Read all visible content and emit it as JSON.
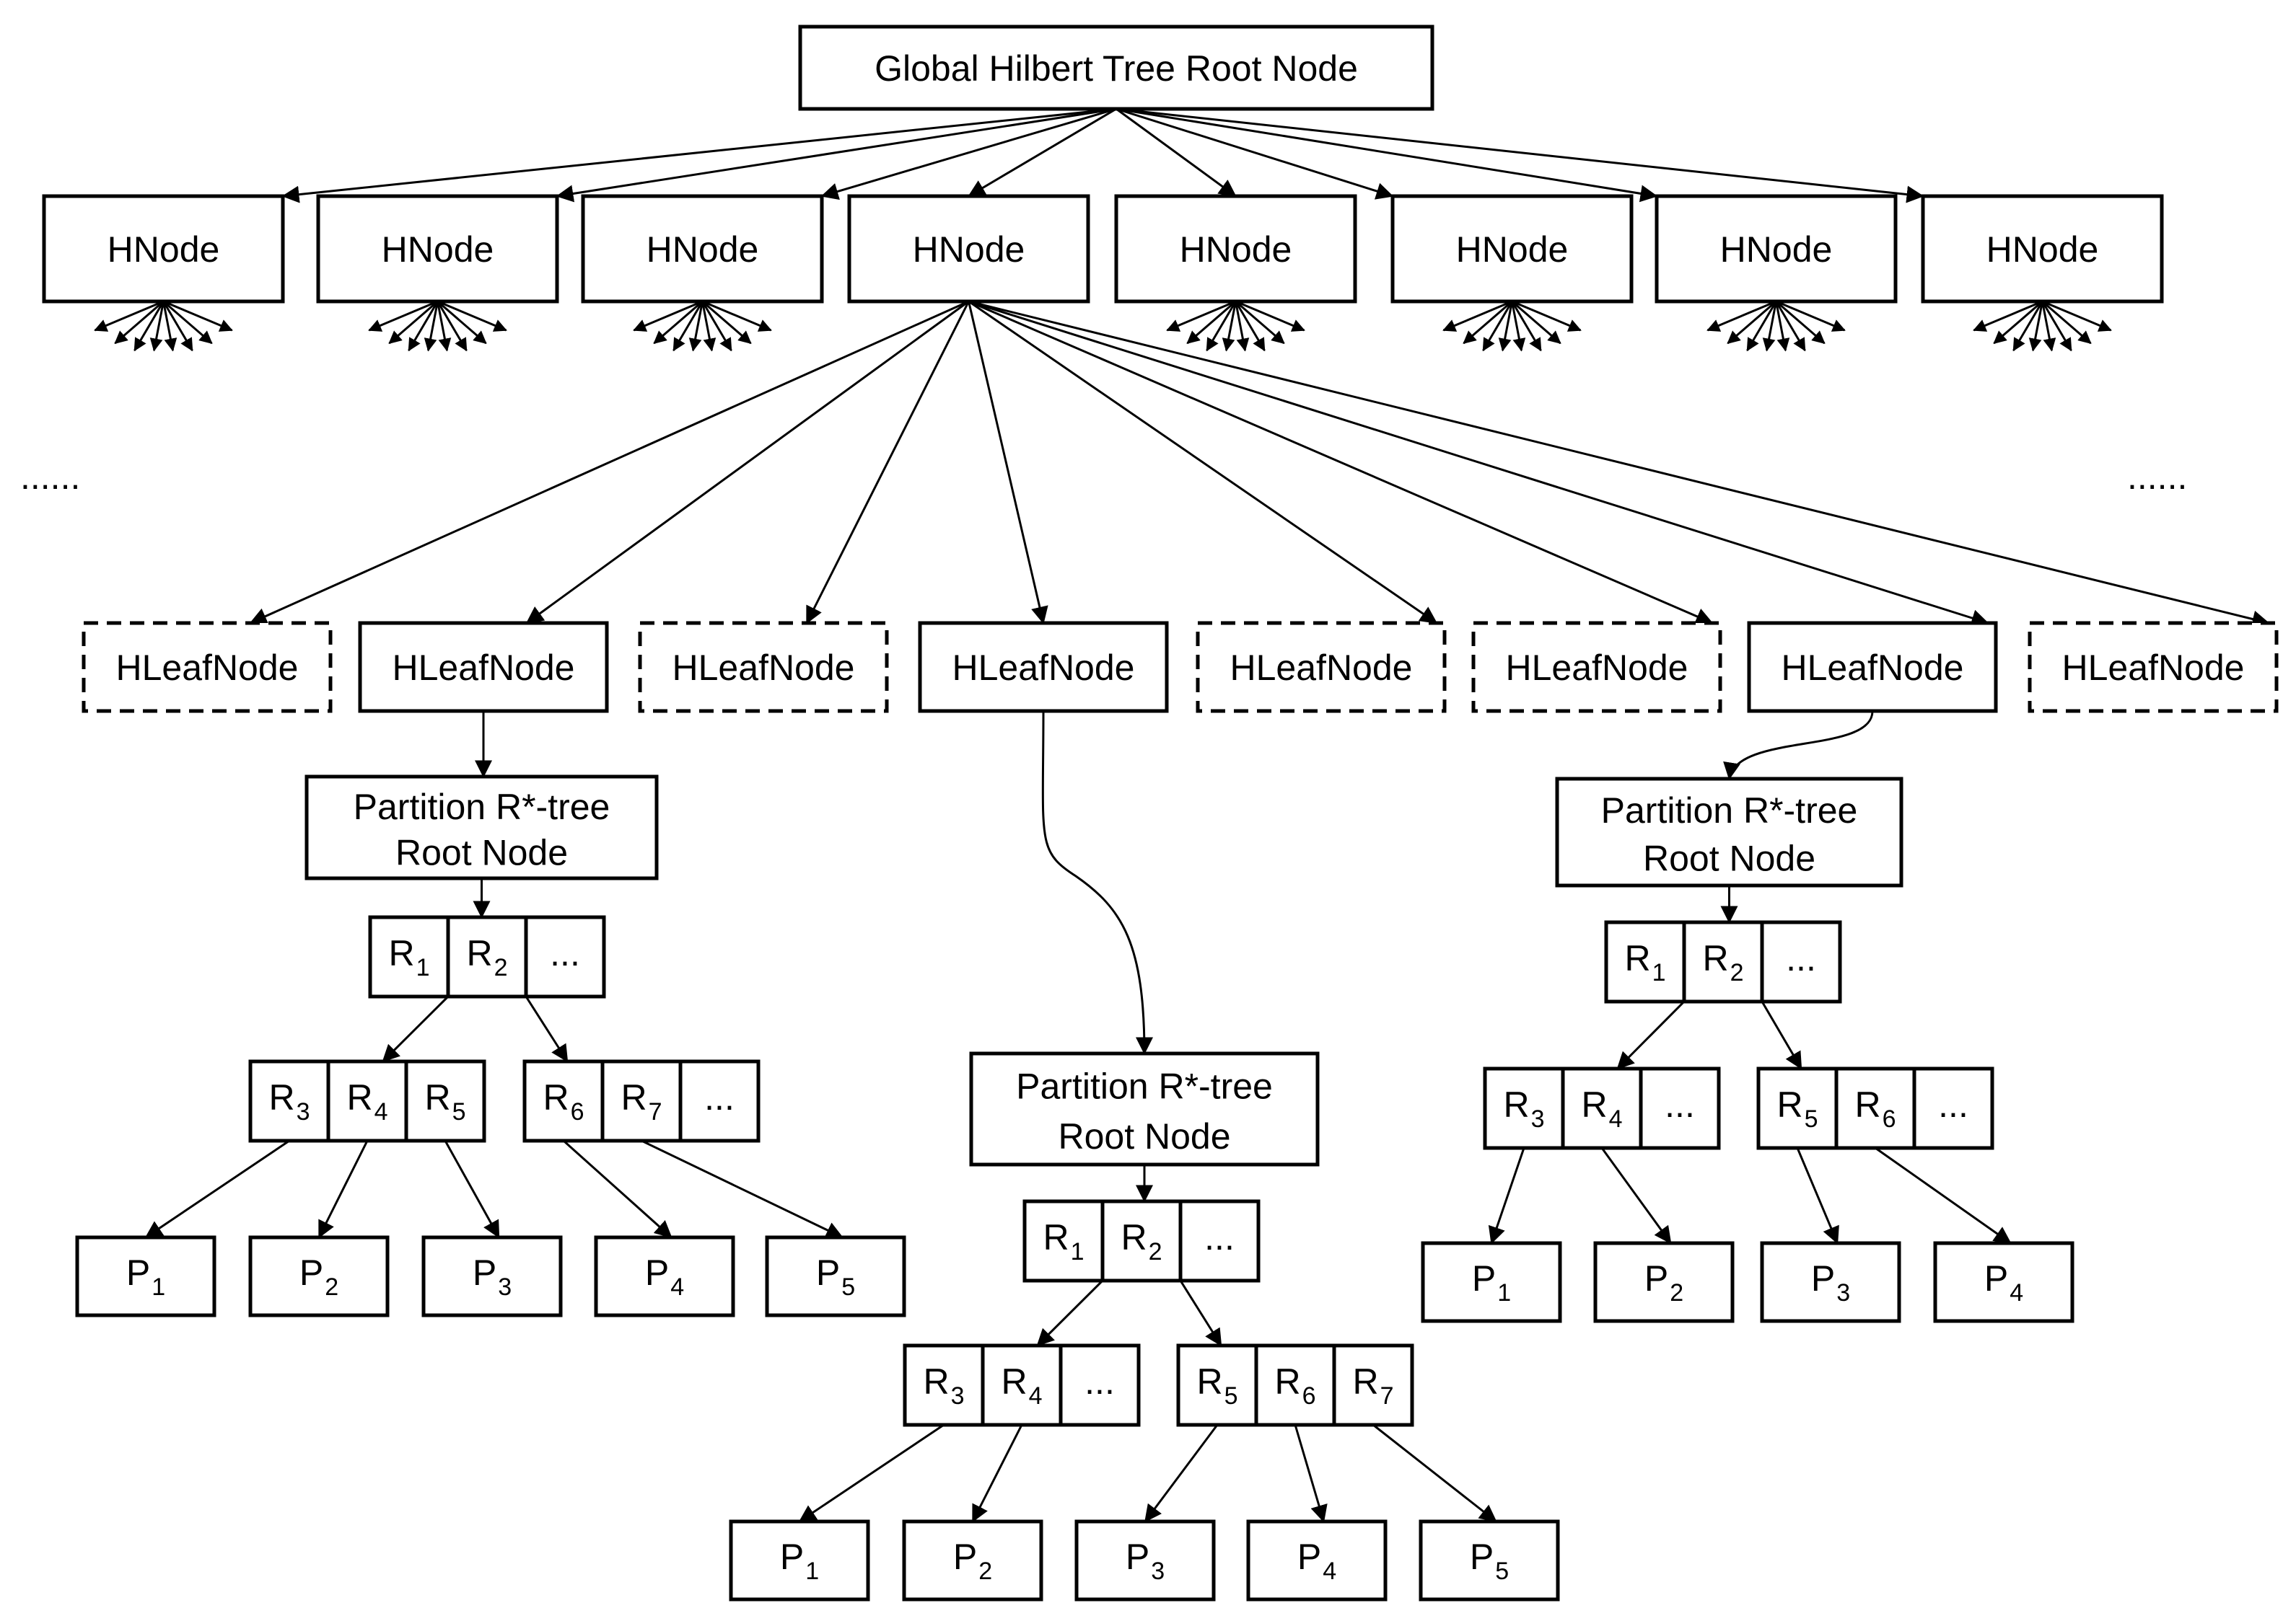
{
  "root": {
    "label": "Global Hilbert Tree Root Node"
  },
  "hnodes": [
    "HNode",
    "HNode",
    "HNode",
    "HNode",
    "HNode",
    "HNode",
    "HNode",
    "HNode"
  ],
  "ellipsis_left": "......",
  "ellipsis_right": "......",
  "hleaf_nodes": [
    {
      "label": "HLeafNode",
      "style": "dashed"
    },
    {
      "label": "HLeafNode",
      "style": "solid"
    },
    {
      "label": "HLeafNode",
      "style": "dashed"
    },
    {
      "label": "HLeafNode",
      "style": "solid"
    },
    {
      "label": "HLeafNode",
      "style": "dashed"
    },
    {
      "label": "HLeafNode",
      "style": "dashed"
    },
    {
      "label": "HLeafNode",
      "style": "solid"
    },
    {
      "label": "HLeafNode",
      "style": "dashed"
    }
  ],
  "partitions": [
    {
      "root_label": [
        "Partition R*-tree",
        "Root Node"
      ],
      "level1": [
        {
          "l": "R",
          "s": "1"
        },
        {
          "l": "R",
          "s": "2"
        },
        {
          "l": "...",
          "s": ""
        }
      ],
      "level2": [
        [
          {
            "l": "R",
            "s": "3"
          },
          {
            "l": "R",
            "s": "4"
          },
          {
            "l": "R",
            "s": "5"
          }
        ],
        [
          {
            "l": "R",
            "s": "6"
          },
          {
            "l": "R",
            "s": "7"
          },
          {
            "l": "...",
            "s": ""
          }
        ]
      ],
      "leaves": [
        {
          "l": "P",
          "s": "1"
        },
        {
          "l": "P",
          "s": "2"
        },
        {
          "l": "P",
          "s": "3"
        },
        {
          "l": "P",
          "s": "4"
        },
        {
          "l": "P",
          "s": "5"
        }
      ]
    },
    {
      "root_label": [
        "Partition R*-tree",
        "Root Node"
      ],
      "level1": [
        {
          "l": "R",
          "s": "1"
        },
        {
          "l": "R",
          "s": "2"
        },
        {
          "l": "...",
          "s": ""
        }
      ],
      "level2": [
        [
          {
            "l": "R",
            "s": "3"
          },
          {
            "l": "R",
            "s": "4"
          },
          {
            "l": "...",
            "s": ""
          }
        ],
        [
          {
            "l": "R",
            "s": "5"
          },
          {
            "l": "R",
            "s": "6"
          },
          {
            "l": "R",
            "s": "7"
          }
        ]
      ],
      "leaves": [
        {
          "l": "P",
          "s": "1"
        },
        {
          "l": "P",
          "s": "2"
        },
        {
          "l": "P",
          "s": "3"
        },
        {
          "l": "P",
          "s": "4"
        },
        {
          "l": "P",
          "s": "5"
        }
      ]
    },
    {
      "root_label": [
        "Partition R*-tree",
        "Root Node"
      ],
      "level1": [
        {
          "l": "R",
          "s": "1"
        },
        {
          "l": "R",
          "s": "2"
        },
        {
          "l": "...",
          "s": ""
        }
      ],
      "level2": [
        [
          {
            "l": "R",
            "s": "3"
          },
          {
            "l": "R",
            "s": "4"
          },
          {
            "l": "...",
            "s": ""
          }
        ],
        [
          {
            "l": "R",
            "s": "5"
          },
          {
            "l": "R",
            "s": "6"
          },
          {
            "l": "...",
            "s": ""
          }
        ]
      ],
      "leaves": [
        {
          "l": "P",
          "s": "1"
        },
        {
          "l": "P",
          "s": "2"
        },
        {
          "l": "P",
          "s": "3"
        },
        {
          "l": "P",
          "s": "4"
        }
      ]
    }
  ]
}
